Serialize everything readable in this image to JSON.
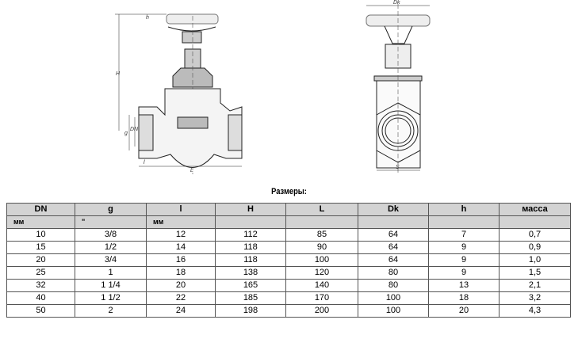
{
  "drawing": {
    "labels": {
      "h": "h",
      "H": "H",
      "g": "g",
      "DN": "DN",
      "l": "l",
      "L": "L",
      "Dk": "Dk",
      "S": "S"
    }
  },
  "title": "Размеры:",
  "table": {
    "headers": [
      "DN",
      "g",
      "l",
      "H",
      "L",
      "Dk",
      "h",
      "масса"
    ],
    "units": [
      "мм",
      "\"",
      "мм",
      "",
      "",
      "",
      "",
      ""
    ],
    "rows": [
      [
        "10",
        "3/8",
        "12",
        "112",
        "85",
        "64",
        "7",
        "0,7"
      ],
      [
        "15",
        "1/2",
        "14",
        "118",
        "90",
        "64",
        "9",
        "0,9"
      ],
      [
        "20",
        "3/4",
        "16",
        "118",
        "100",
        "64",
        "9",
        "1,0"
      ],
      [
        "25",
        "1",
        "18",
        "138",
        "120",
        "80",
        "9",
        "1,5"
      ],
      [
        "32",
        "1 1/4",
        "20",
        "165",
        "140",
        "80",
        "13",
        "2,1"
      ],
      [
        "40",
        "1 1/2",
        "22",
        "185",
        "170",
        "100",
        "18",
        "3,2"
      ],
      [
        "50",
        "2",
        "24",
        "198",
        "200",
        "100",
        "20",
        "4,3"
      ]
    ]
  }
}
